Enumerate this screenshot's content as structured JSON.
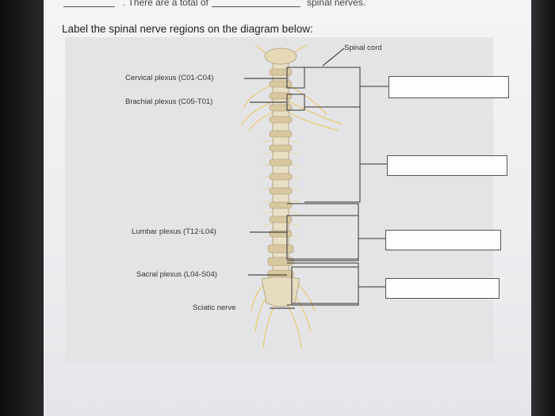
{
  "question": {
    "top_line_text": ". There are a total of",
    "top_line_tail": "spinal nerves.",
    "prompt": "Label the spinal nerve regions on the diagram below:"
  },
  "labels": {
    "spinal_cord": "Spinal cord",
    "cervical": "Cervical plexus (C01-C04)",
    "brachial": "Brachial plexus (C05-T01)",
    "lumbar": "Lumbar plexus (T12-L04)",
    "sacral": "Sacral plexus (L04-S04)",
    "sciatic": "Sciatic nerve"
  },
  "answers": {
    "box1": "",
    "box2": "",
    "box3": "",
    "box4": ""
  }
}
